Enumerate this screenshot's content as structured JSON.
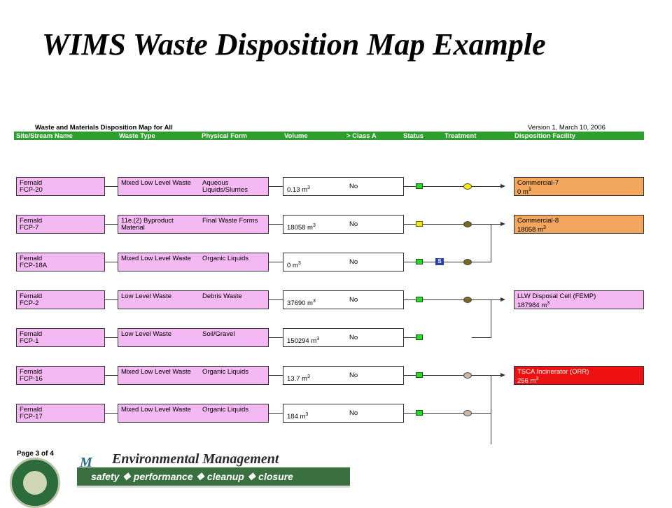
{
  "slide_title": "WIMS Waste Disposition Map Example",
  "map": {
    "title": "Waste and Materials Disposition Map for All",
    "version": "Version 1, March 10, 2006",
    "headers": [
      "Site/Stream Name",
      "Waste Type",
      "Physical Form",
      "Volume",
      "> Class A",
      "Status",
      "Treatment",
      "Disposition Facility"
    ],
    "header_color": "#2e9e2e",
    "volume_unit": "3",
    "streams": [
      {
        "site": "Fernald",
        "stream": "FCP-20",
        "waste_type": "Mixed Low Level Waste",
        "physical_form": "Aqueous Liquids/Slurries",
        "volume": "0.13 m",
        "class_a": "No",
        "status_color": "#22dd22",
        "treatment": "",
        "circle_color": "#ffee00"
      },
      {
        "site": "Fernald",
        "stream": "FCP-7",
        "waste_type": "11e.(2) Byproduct Material",
        "physical_form": "Final Waste Forms",
        "volume": "18058 m",
        "class_a": "No",
        "status_color": "#eeee00",
        "treatment": "",
        "circle_color": "#7a6a1e"
      },
      {
        "site": "Fernald",
        "stream": "FCP-18A",
        "waste_type": "Mixed Low Level Waste",
        "physical_form": "Organic Liquids",
        "volume": "0 m",
        "class_a": "No",
        "status_color": "#22dd22",
        "treatment": "S",
        "circle_color": "#7a6a1e"
      },
      {
        "site": "Fernald",
        "stream": "FCP-2",
        "waste_type": "Low Level Waste",
        "physical_form": "Debris Waste",
        "volume": "37690 m",
        "class_a": "No",
        "status_color": "#22dd22",
        "treatment": "",
        "circle_color": "#7a6a1e"
      },
      {
        "site": "Fernald",
        "stream": "FCP-1",
        "waste_type": "Low Level Waste",
        "physical_form": "Soil/Gravel",
        "volume": "150294 m",
        "class_a": "No",
        "status_color": "#22dd22",
        "treatment": "",
        "circle_color": ""
      },
      {
        "site": "Fernald",
        "stream": "FCP-16",
        "waste_type": "Mixed Low Level Waste",
        "physical_form": "Organic Liquids",
        "volume": "13.7 m",
        "class_a": "No",
        "status_color": "#22dd22",
        "treatment": "",
        "circle_color": "#cdb8a6"
      },
      {
        "site": "Fernald",
        "stream": "FCP-17",
        "waste_type": "Mixed Low Level Waste",
        "physical_form": "Organic Liquids",
        "volume": "184 m",
        "class_a": "No",
        "status_color": "#22dd22",
        "treatment": "",
        "circle_color": "#cdb8a6"
      }
    ],
    "facilities": [
      {
        "name": "Commercial-7",
        "volume": "0 m",
        "color": "#f2a65e"
      },
      {
        "name": "Commercial-8",
        "volume": "18058 m",
        "color": "#f2a65e"
      },
      {
        "name": "LLW Disposal Cell (FEMP)",
        "volume": "187984 m",
        "color": "#f4b8f2"
      },
      {
        "name": "TSCA Incinerator (ORR)",
        "volume": "256 m",
        "color": "#ee1111"
      }
    ],
    "page": "Page 3 of 4"
  },
  "footer": {
    "logo_letter": "M",
    "org": "Environmental Management",
    "tagline": "safety  ❖  performance  ❖  cleanup  ❖  closure"
  }
}
